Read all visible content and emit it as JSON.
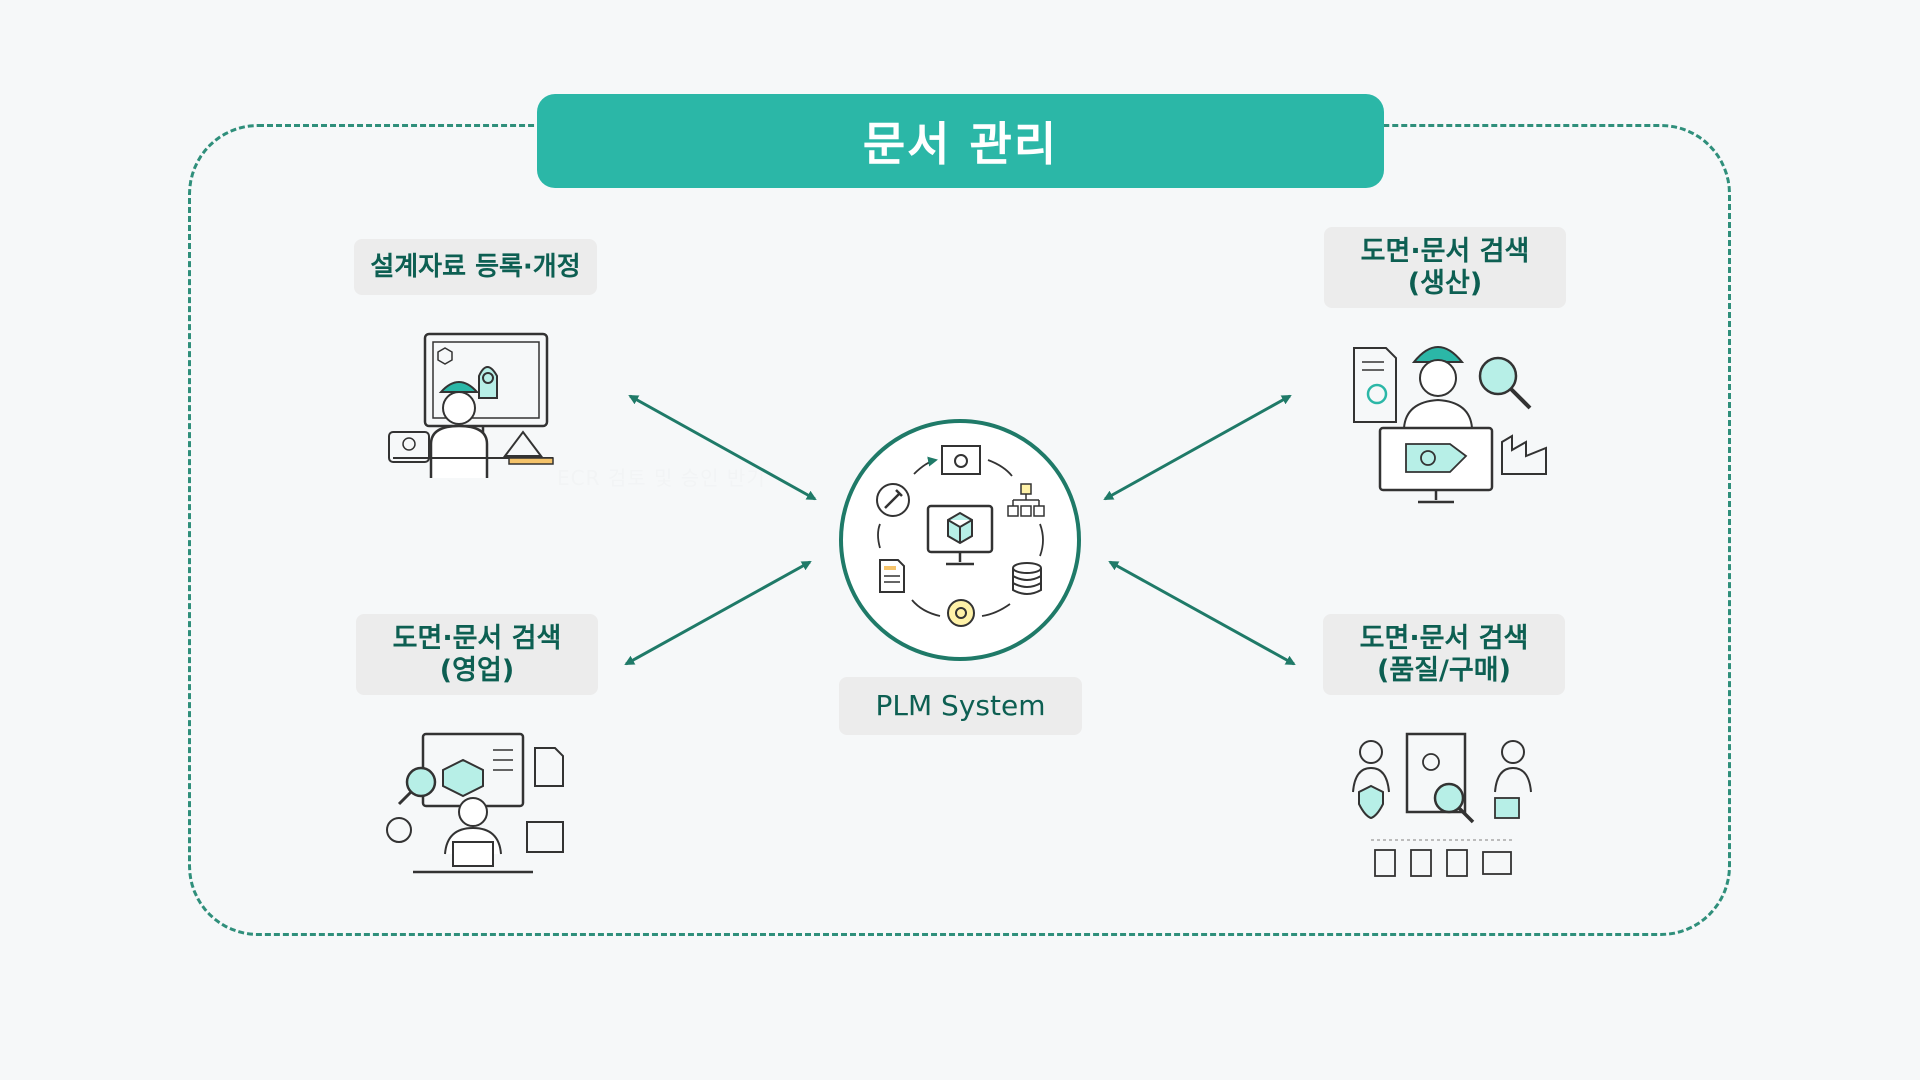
{
  "header": {
    "title": "문서 관리"
  },
  "nodes": {
    "register": "설계자료 등록·개정",
    "production": "도면·문서 검색\n(생산)",
    "sales": "도면·문서 검색\n(영업)",
    "quality": "도면·문서 검색\n(품질/구매)",
    "plm": "PLM System"
  },
  "faint_text": "ECR 검토 및 승인 반기",
  "colors": {
    "accent": "#2bb7a7",
    "dark_green": "#0d6e5f",
    "line": "#1f7a68",
    "label_bg": "#ececec"
  },
  "icons": [
    "engineer-workstation-icon",
    "production-search-icon",
    "sales-search-icon",
    "quality-purchase-icon",
    "plm-cycle-icon"
  ]
}
